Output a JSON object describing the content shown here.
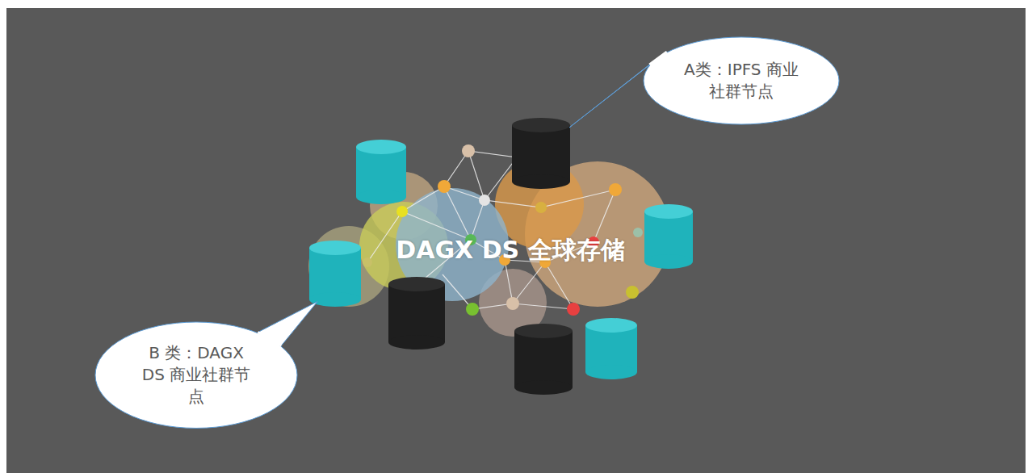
{
  "diagram": {
    "nodes": [
      {
        "text": [
          "A类：IPFS 商业社群节点"
        ]
      },
      {
        "text": [
          "B 类：DAGX DS 商业社群节点"
        ]
      }
    ],
    "edges": [],
    "labels": [
      "DAGX DS 全球存储"
    ]
  }
}
